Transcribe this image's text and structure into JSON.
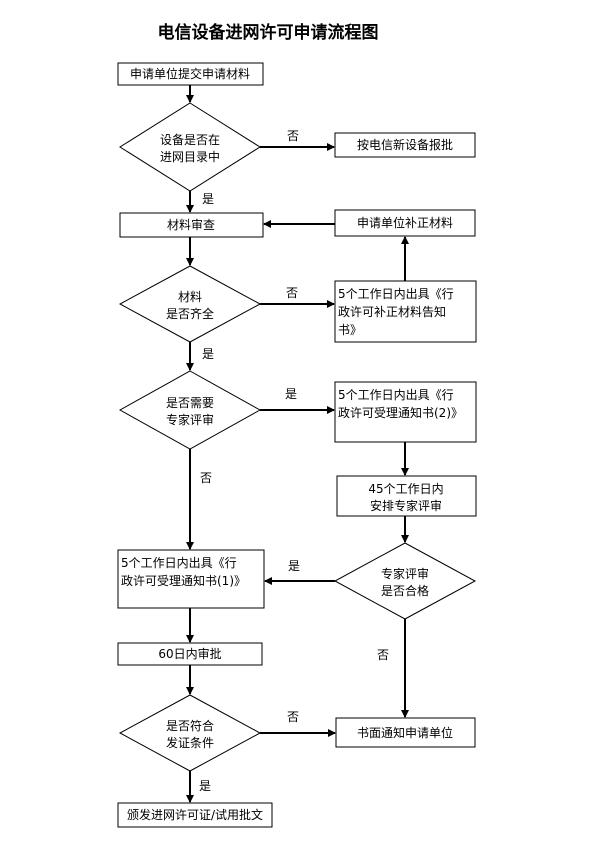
{
  "title": "电信设备进网许可申请流程图",
  "nodes": {
    "submit": "申请单位提交申请材料",
    "in_catalog": [
      "设备是否在",
      "进网目录中"
    ],
    "new_device": "按电信新设备报批",
    "review": "材料审查",
    "supplement": "申请单位补正材料",
    "complete": [
      "材料",
      "是否齐全"
    ],
    "notice_supplement": [
      "5个工作日内出具《行",
      "政许可补正材料告知",
      "书》"
    ],
    "need_expert": [
      "是否需要",
      "专家评审"
    ],
    "notice_accept_2": [
      "5个工作日内出具《行",
      "政许可受理通知书(2)》"
    ],
    "arrange_expert": [
      "45个工作日内",
      "安排专家评审"
    ],
    "notice_accept_1": [
      "5个工作日内出具《行",
      "政许可受理通知书(1)》"
    ],
    "expert_pass": [
      "专家评审",
      "是否合格"
    ],
    "approve_60": "60日内审批",
    "meets_cond": [
      "是否符合",
      "发证条件"
    ],
    "written_notice": "书面通知申请单位",
    "issue": "颁发进网许可证/试用批文"
  },
  "edge_labels": {
    "yes": "是",
    "no": "否"
  }
}
